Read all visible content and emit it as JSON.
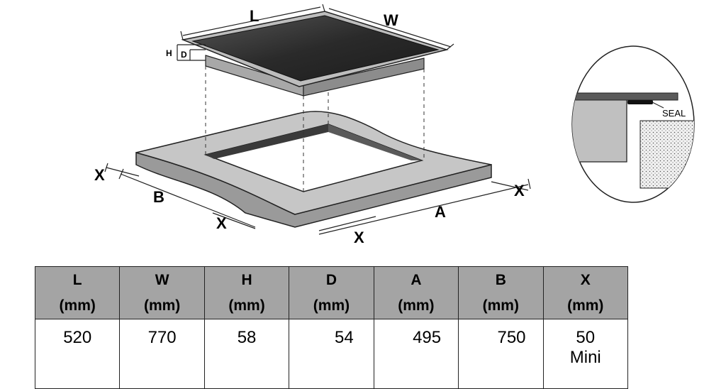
{
  "diagram": {
    "labels": {
      "L": "L",
      "W": "W",
      "H": "H",
      "D": "D",
      "A": "A",
      "B": "B",
      "X": "X",
      "seal": "SEAL"
    },
    "colors": {
      "hob_glass": "#2e2e2e",
      "hob_edge": "#bdbdbd",
      "worktop": "#c4c4c4",
      "cutout_wall": "#3a3a3a",
      "outline": "#222222"
    }
  },
  "table": {
    "columns": [
      {
        "letter": "L",
        "unit": "(mm)",
        "value": "520"
      },
      {
        "letter": "W",
        "unit": "(mm)",
        "value": "770"
      },
      {
        "letter": "H",
        "unit": "(mm)",
        "value": "58"
      },
      {
        "letter": "D",
        "unit": "(mm)",
        "value": "54"
      },
      {
        "letter": "A",
        "unit": "(mm)",
        "value": "495"
      },
      {
        "letter": "B",
        "unit": "(mm)",
        "value": "750"
      },
      {
        "letter": "X",
        "unit": "(mm)",
        "value": "50",
        "value2": "Mini"
      }
    ]
  }
}
